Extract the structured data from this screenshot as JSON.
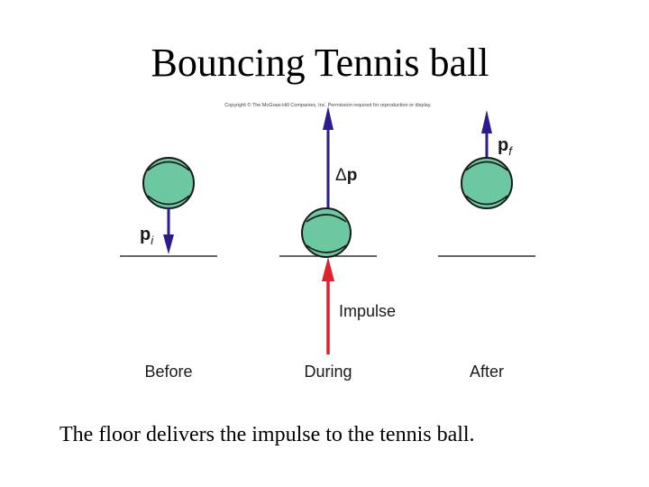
{
  "title": "Bouncing Tennis ball",
  "copyright": "Copyright © The McGraw-Hill Companies, Inc. Permission required for reproduction or display.",
  "labels": {
    "pi_base": "p",
    "pi_sub": "i",
    "pf_base": "p",
    "pf_sub": "f",
    "delta_p_symbol": "Δ",
    "delta_p_base": "p",
    "impulse": "Impulse"
  },
  "stages": {
    "before": "Before",
    "during": "During",
    "after": "After"
  },
  "caption": "The floor delivers the impulse to the tennis ball.",
  "colors": {
    "ball_fill": "#6cc8a0",
    "ball_stroke": "#1a1a1a",
    "momentum_arrow": "#2e1a8c",
    "impulse_arrow": "#e0202a",
    "floor_line": "#333333"
  }
}
